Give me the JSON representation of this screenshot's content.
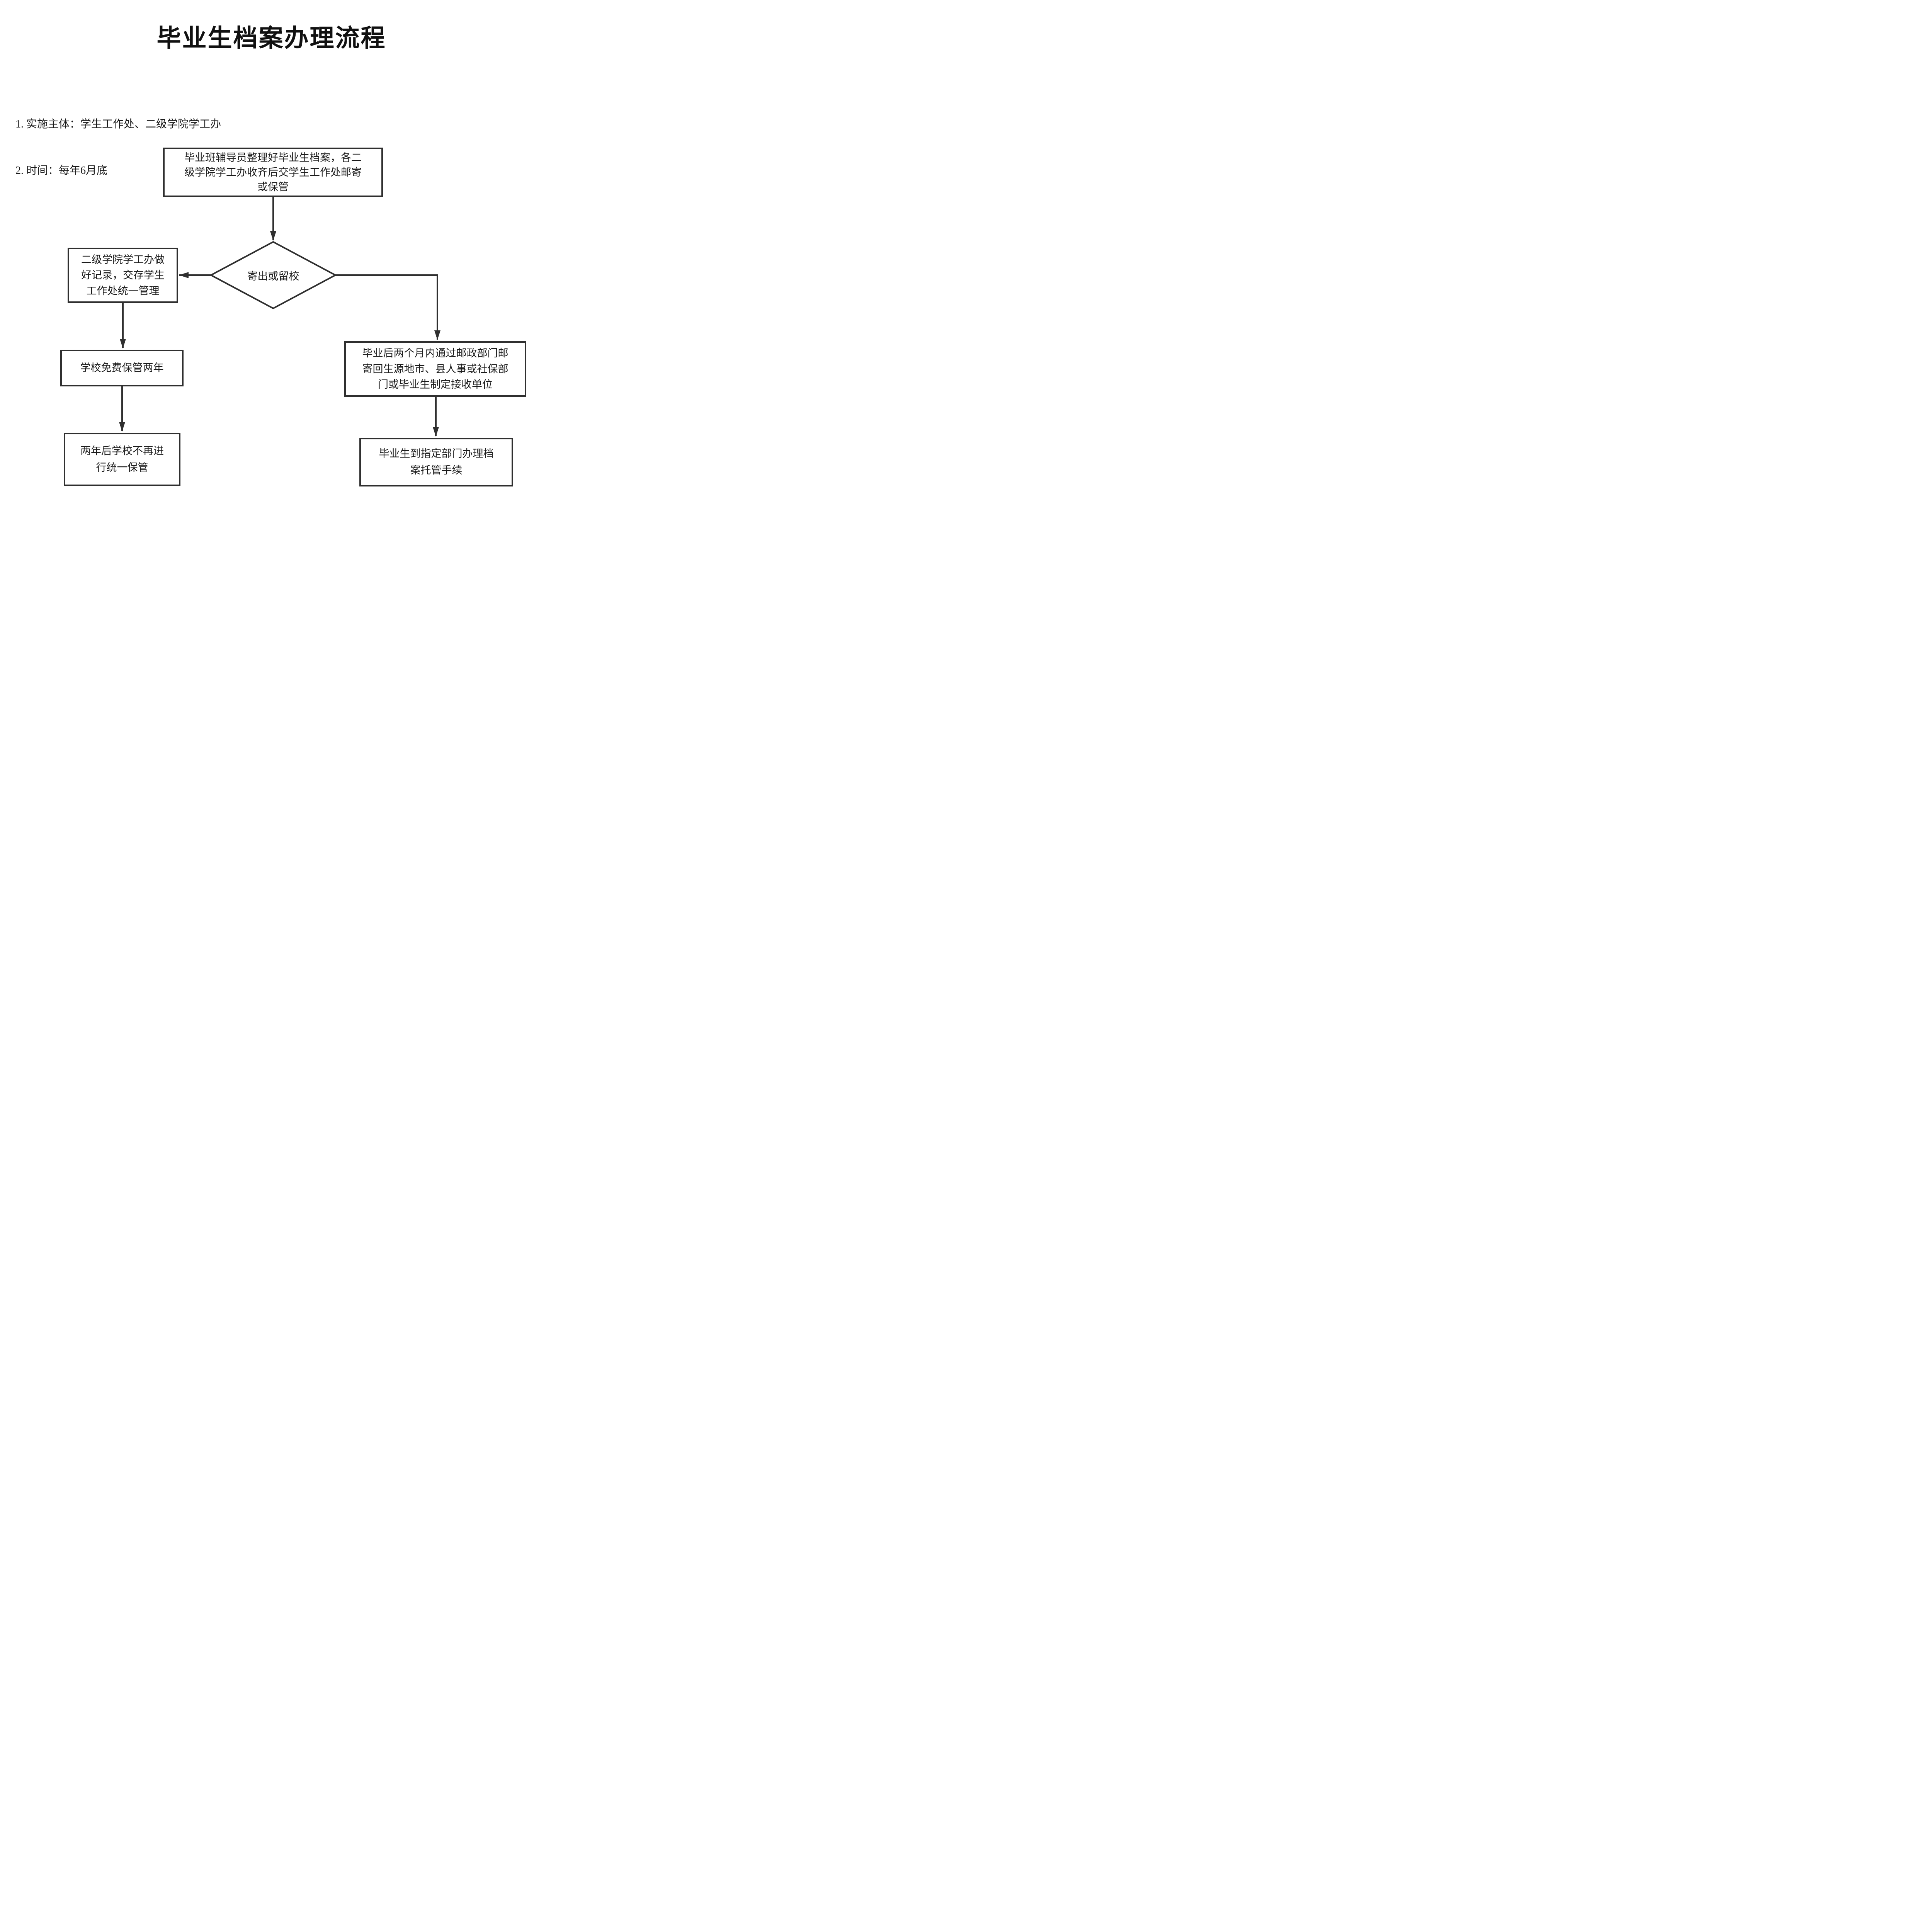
{
  "header": {
    "title": "毕业生档案办理流程",
    "notes": [
      "1. 实施主体：学生工作处、二级学院学工办",
      "2. 时间：每年6月底"
    ]
  },
  "flow": {
    "start": "毕业班辅导员整理好毕业生档案，各二\n级学院学工办收齐后交学生工作处邮寄\n或保管",
    "decision": "寄出或留校",
    "keep_record": "二级学院学工办做\n好记录，交存学生\n工作处统一管理",
    "free_storage": "学校免费保管两年",
    "no_more_storage": "两年后学校不再进\n行统一保管",
    "mail_back": "毕业后两个月内通过邮政部门邮\n寄回生源地市、县人事或社保部\n门或毕业生制定接收单位",
    "deposit": "毕业生到指定部门办理档\n案托管手续"
  },
  "colors": {
    "line": "#2f2f2f",
    "text": "#1b1b1b",
    "background": "#ffffff"
  }
}
